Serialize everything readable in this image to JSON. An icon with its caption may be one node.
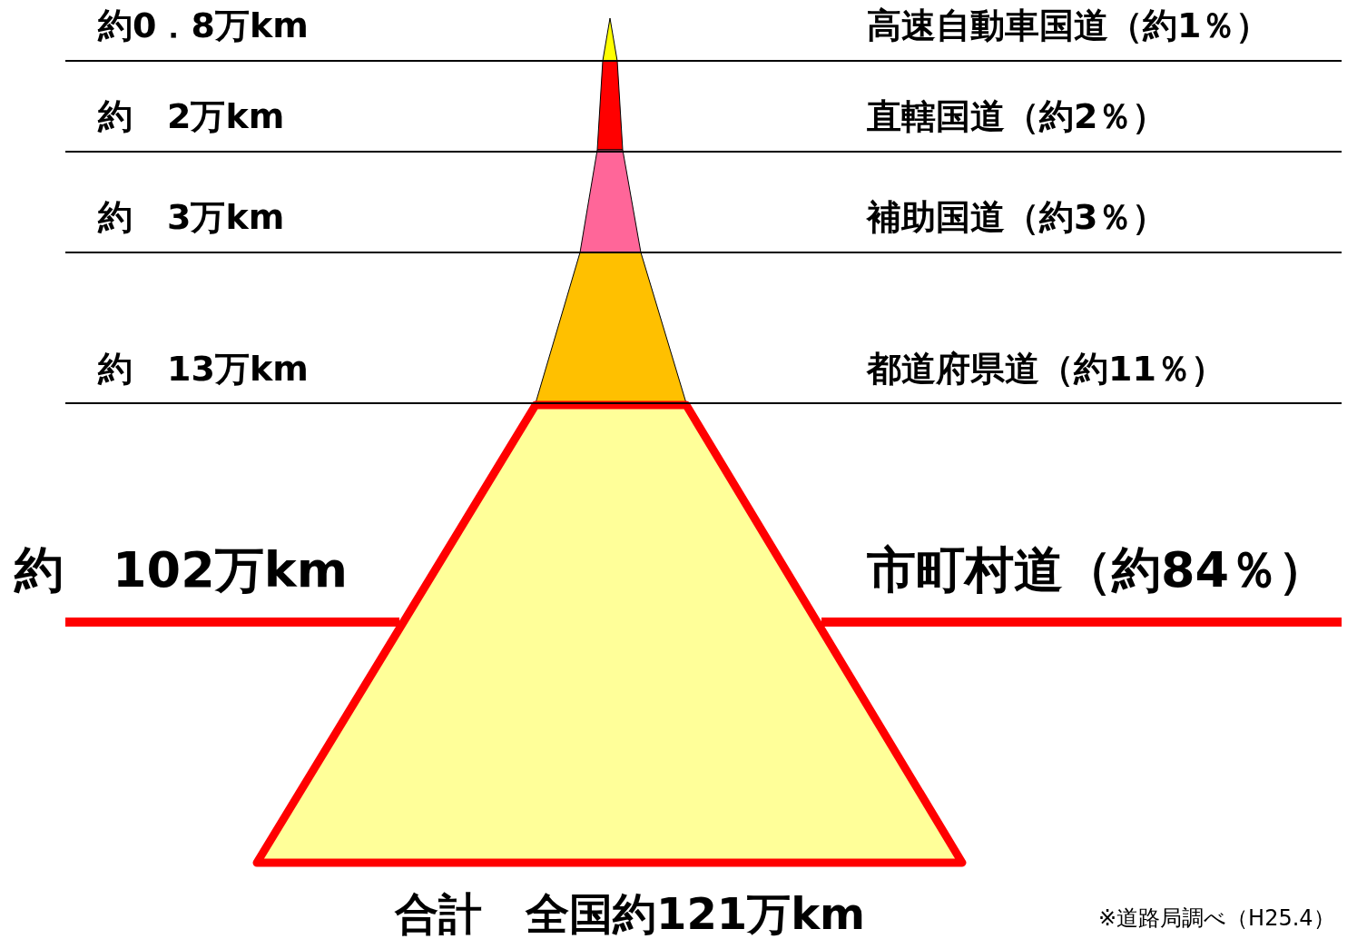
{
  "diagram": {
    "labels": [
      "約0．8万km",
      "高速自動車国道（約1％）",
      "約　2万km",
      "直轄国道（約2％）",
      "約　3万km",
      "補助国道（約3％）",
      "約　13万km",
      "都道府県道（約11％）",
      "約　102万km",
      "市町村道（約84％）",
      "合計　全国約121万km",
      "※道路局調べ（H25.4）"
    ]
  }
}
